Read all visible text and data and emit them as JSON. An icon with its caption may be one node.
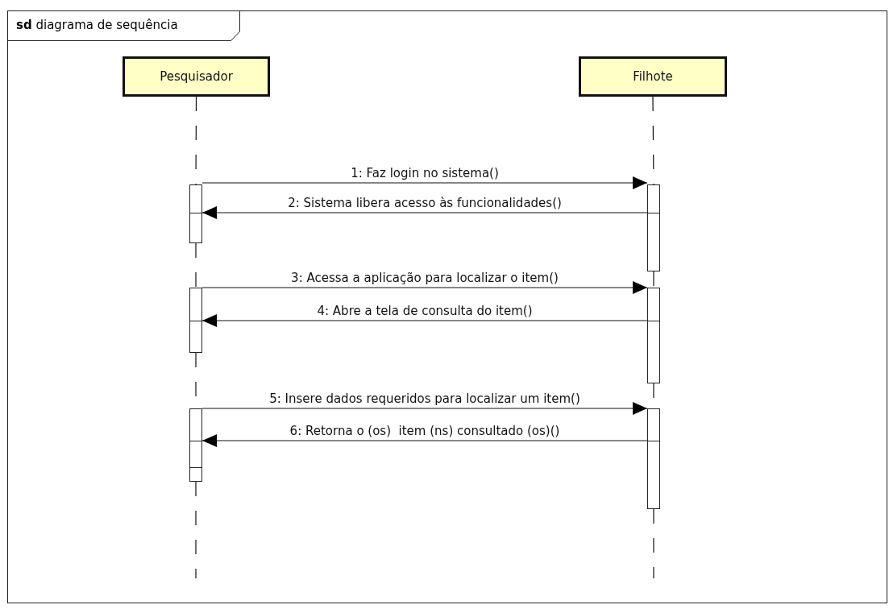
{
  "diagram": {
    "nodes": [
      {
        "text": [
          "**sd** diagrama de sequência"
        ]
      },
      {
        "text": [
          "Pesquisador"
        ],
        "in": 0
      },
      {
        "text": [
          "Filhote"
        ],
        "in": 0
      },
      {
        "text": [],
        "shape": "bar",
        "in": 0
      },
      {
        "text": [],
        "shape": "bar",
        "in": 0
      },
      {
        "text": [],
        "shape": "bar",
        "in": 0
      },
      {
        "text": [],
        "shape": "bar",
        "in": 0
      },
      {
        "text": [],
        "shape": "bar",
        "in": 0
      },
      {
        "text": [],
        "shape": "bar",
        "in": 0
      }
    ],
    "edges": [
      {
        "from": 3,
        "to": 4,
        "arrow": "to",
        "label": "1: Faz login no sistema()"
      },
      {
        "from": 4,
        "to": 3,
        "arrow": "to",
        "label": "2: Sistema libera acesso às funcionalidades()"
      },
      {
        "from": 5,
        "to": 6,
        "arrow": "to",
        "label": "3: Acessa a aplicação para localizar o item()"
      },
      {
        "from": 6,
        "to": 5,
        "arrow": "to",
        "label": "4: Abre a tela de consulta do item()"
      },
      {
        "from": 7,
        "to": 8,
        "arrow": "to",
        "label": "5: Insere dados requeridos para localizar um item()"
      },
      {
        "from": 8,
        "to": 7,
        "arrow": "to",
        "label": "6: Retorna o (os)  item (ns) consultado (os)()"
      },
      {
        "from": 1,
        "to": 3,
        "arrow": "none",
        "style": "dashed"
      },
      {
        "from": 3,
        "to": 5,
        "arrow": "none",
        "style": "dashed"
      },
      {
        "from": 5,
        "to": 7,
        "arrow": "none",
        "style": "dashed"
      },
      {
        "from": 7,
        "to": null,
        "arrow": "none",
        "style": "dashed"
      },
      {
        "from": 2,
        "to": 4,
        "arrow": "none",
        "style": "dashed"
      },
      {
        "from": 4,
        "to": 6,
        "arrow": "none",
        "style": "dashed"
      },
      {
        "from": 6,
        "to": 8,
        "arrow": "none",
        "style": "dashed"
      },
      {
        "from": 8,
        "to": null,
        "arrow": "none",
        "style": "dashed"
      }
    ]
  }
}
